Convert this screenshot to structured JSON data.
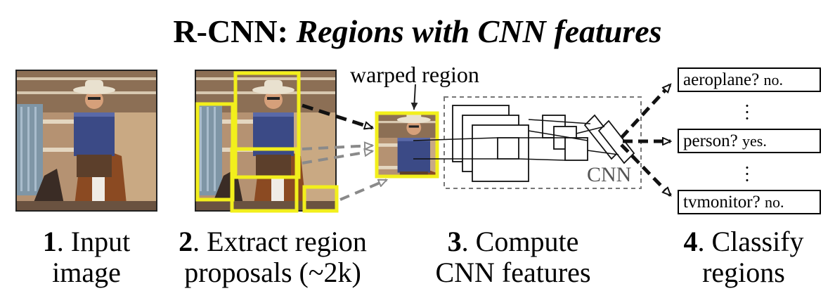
{
  "title": {
    "bold": "R-CNN:",
    "italic": "Regions with CNN features"
  },
  "steps": [
    {
      "num": "1",
      "line1": ". Input",
      "line2": "image"
    },
    {
      "num": "2",
      "line1": ". Extract region",
      "line2": "proposals (~2k)"
    },
    {
      "num": "3",
      "line1": ". Compute",
      "line2": "CNN features"
    },
    {
      "num": "4",
      "line1": ". Classify",
      "line2": "regions"
    }
  ],
  "labels": {
    "warped_region": "warped region",
    "cnn": "CNN"
  },
  "classes": [
    {
      "name": "aeroplane?",
      "answer": "no."
    },
    {
      "name": "person?",
      "answer": "yes."
    },
    {
      "name": "tvmonitor?",
      "answer": "no."
    }
  ],
  "colors": {
    "proposal_box": "#f2ef1c",
    "arrow_black": "#111111",
    "arrow_gray": "#8a8a8a",
    "cnn_border": "#777777"
  }
}
